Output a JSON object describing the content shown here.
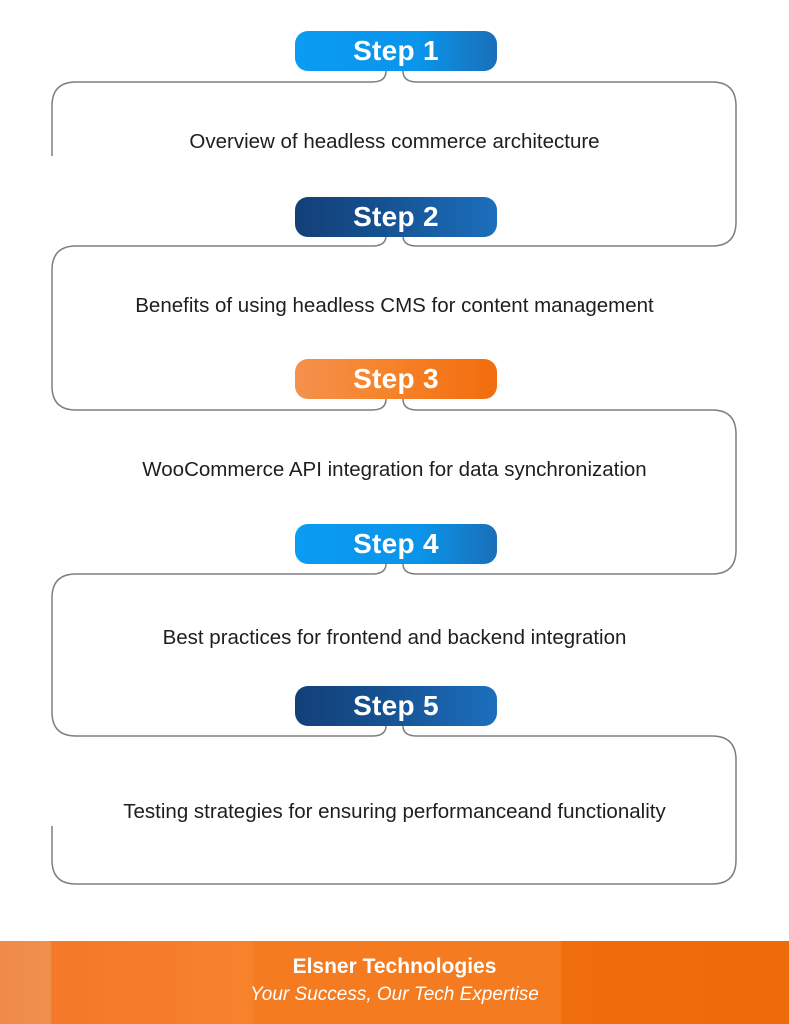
{
  "steps": [
    {
      "label": "Step 1",
      "text": "Overview of headless commerce architecture",
      "style": "blue"
    },
    {
      "label": "Step 2",
      "text": "Benefits of using headless CMS for content management",
      "style": "navy"
    },
    {
      "label": "Step 3",
      "text": "WooCommerce API integration for data synchronization",
      "style": "orange"
    },
    {
      "label": "Step 4",
      "text": "Best practices for frontend and backend integration",
      "style": "blue"
    },
    {
      "label": "Step 5",
      "text": "Testing strategies for ensuring performanceand functionality",
      "style": "navy"
    }
  ],
  "footer": {
    "company": "Elsner Technologies",
    "tagline": "Your Success, Our Tech Expertise"
  },
  "colors": {
    "blue": "#0a9cf2",
    "navy": "#133f78",
    "orange": "#f47b1f",
    "connector": "#7d7d86",
    "text": "#1e1e22"
  }
}
